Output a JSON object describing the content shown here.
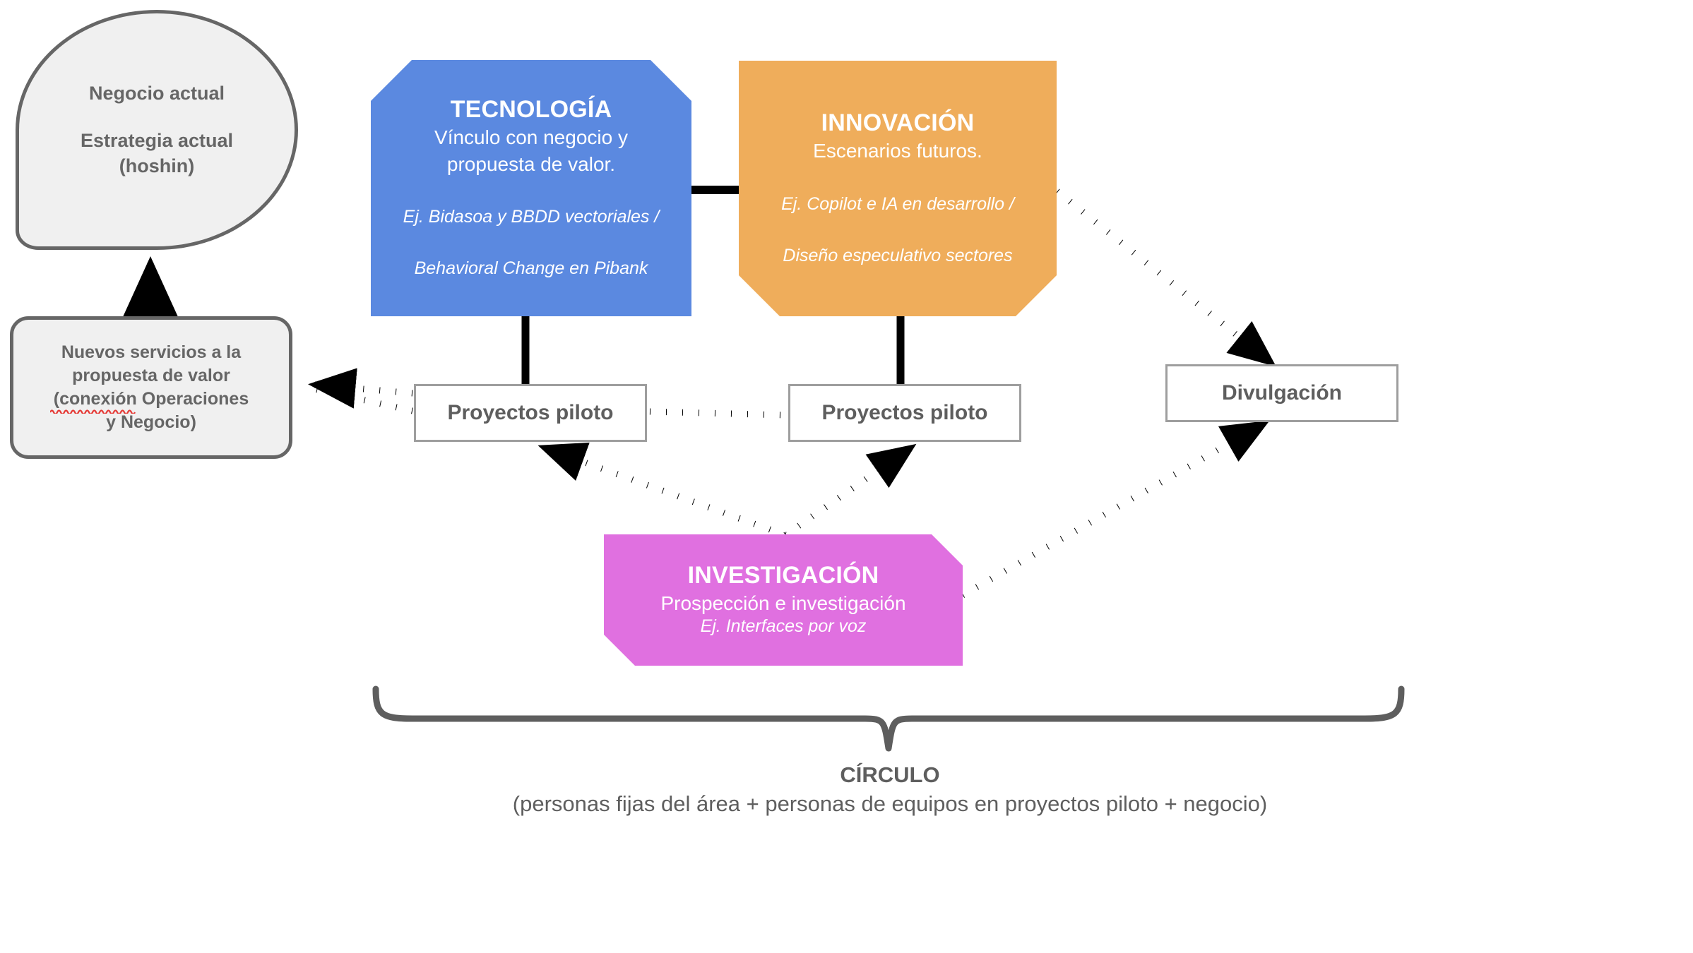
{
  "diagram": {
    "title_caption": {
      "title": "CÍRCULO",
      "subtitle": "(personas fijas del área + personas de equipos en proyectos piloto + negocio)"
    },
    "nodes": {
      "negocio_actual": {
        "line1": "Negocio actual",
        "line2": "Estrategia actual",
        "line3": "(hoshin)"
      },
      "nuevos_servicios": {
        "line1": "Nuevos servicios a la",
        "line2": "propuesta de valor",
        "line3": "(conexión Operaciones",
        "line4": "y Negocio)"
      },
      "tecnologia": {
        "title": "TECNOLOGÍA",
        "subtitle_line1": "Vínculo con negocio y",
        "subtitle_line2": "propuesta de valor.",
        "example_line1": "Ej. Bidasoa y BBDD vectoriales /",
        "example_line2": "Behavioral Change en Pibank"
      },
      "innovacion": {
        "title": "INNOVACIÓN",
        "subtitle_line1": "Escenarios futuros.",
        "example_line1": "Ej. Copilot e IA en desarrollo /",
        "example_line2": "Diseño especulativo sectores"
      },
      "investigacion": {
        "title": "INVESTIGACIÓN",
        "subtitle_line1": "Prospección e investigación",
        "example_line1": "Ej. Interfaces por voz"
      },
      "proyectos_piloto_left": {
        "label": "Proyectos piloto"
      },
      "proyectos_piloto_right": {
        "label": "Proyectos piloto"
      },
      "divulgacion": {
        "label": "Divulgación"
      }
    },
    "colors": {
      "tecnologia_fill": "#5b89e0",
      "innovacion_fill": "#efad5b",
      "investigacion_fill": "#e070e0",
      "gray_fill": "#f0f0f0",
      "gray_stroke": "#666666",
      "plain_stroke": "#9e9e9e",
      "text_gray": "#5e5e5e",
      "connector_black": "#000000",
      "spellcheck_red": "#e53935"
    }
  }
}
